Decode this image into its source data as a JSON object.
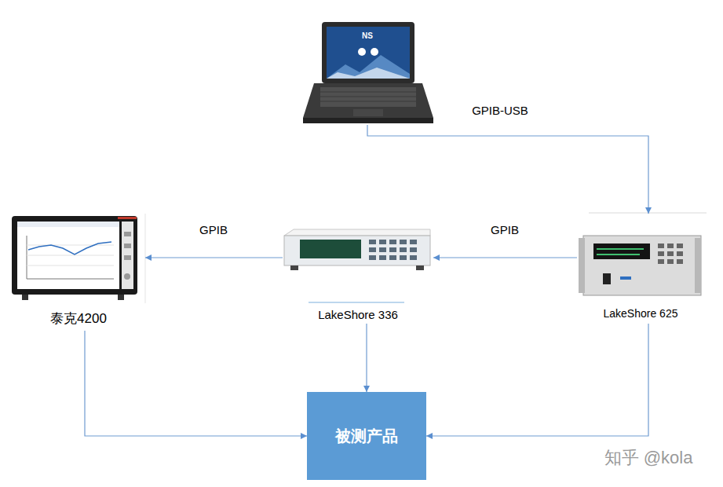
{
  "diagram": {
    "nodes": [
      {
        "text": [
          "NS"
        ]
      },
      {
        "text": [
          "泰克4200"
        ]
      },
      {
        "text": [
          "LakeShore 336"
        ]
      },
      {
        "text": [
          "LakeShore 625"
        ]
      },
      {
        "text": [
          "被测产品"
        ]
      }
    ],
    "edges": [
      {
        "from": 0,
        "to": 3,
        "label": "GPIB-USB",
        "arrow": "to"
      },
      {
        "from": 3,
        "to": 2,
        "label": "GPIB",
        "arrow": "to"
      },
      {
        "from": 2,
        "to": 1,
        "label": "GPIB",
        "arrow": "to"
      },
      {
        "from": 2,
        "to": 4,
        "arrow": "to"
      },
      {
        "from": 1,
        "to": 4,
        "arrow": "to"
      },
      {
        "from": 3,
        "to": 4,
        "arrow": "to"
      }
    ],
    "labels": [
      "知乎 @kola"
    ]
  }
}
